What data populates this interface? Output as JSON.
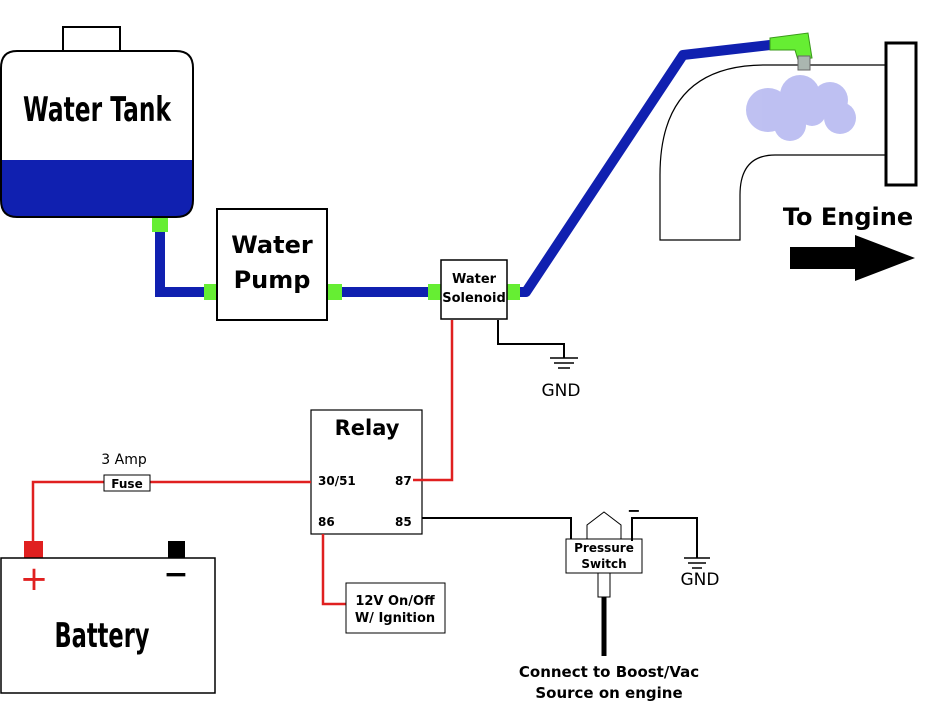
{
  "water_tank": {
    "label": "Water Tank"
  },
  "water_pump": {
    "line1": "Water",
    "line2": "Pump"
  },
  "water_solenoid": {
    "line1": "Water",
    "line2": "Solenoid"
  },
  "to_engine": {
    "label": "To Engine"
  },
  "gnd_solenoid": {
    "label": "GND"
  },
  "gnd_switch": {
    "label": "GND"
  },
  "relay": {
    "title": "Relay",
    "pin_3051": "30/51",
    "pin_87": "87",
    "pin_86": "86",
    "pin_85": "85"
  },
  "fuse": {
    "rating": "3 Amp",
    "label": "Fuse"
  },
  "battery": {
    "label": "Battery",
    "plus": "+",
    "minus": "−"
  },
  "ignition": {
    "line1": "12V On/Off",
    "line2": "W/ Ignition"
  },
  "pressure_switch": {
    "line1": "Pressure",
    "line2": "Switch",
    "minus": "−"
  },
  "boost_source": {
    "line1": "Connect to Boost/Vac",
    "line2": "Source on engine"
  },
  "colors": {
    "water_line": "#1020b0",
    "fitting": "#66ee33",
    "power_wire": "#e02020",
    "ground_wire": "#000000",
    "tank_water": "#1020b0",
    "mist": "#8a8ee8"
  }
}
